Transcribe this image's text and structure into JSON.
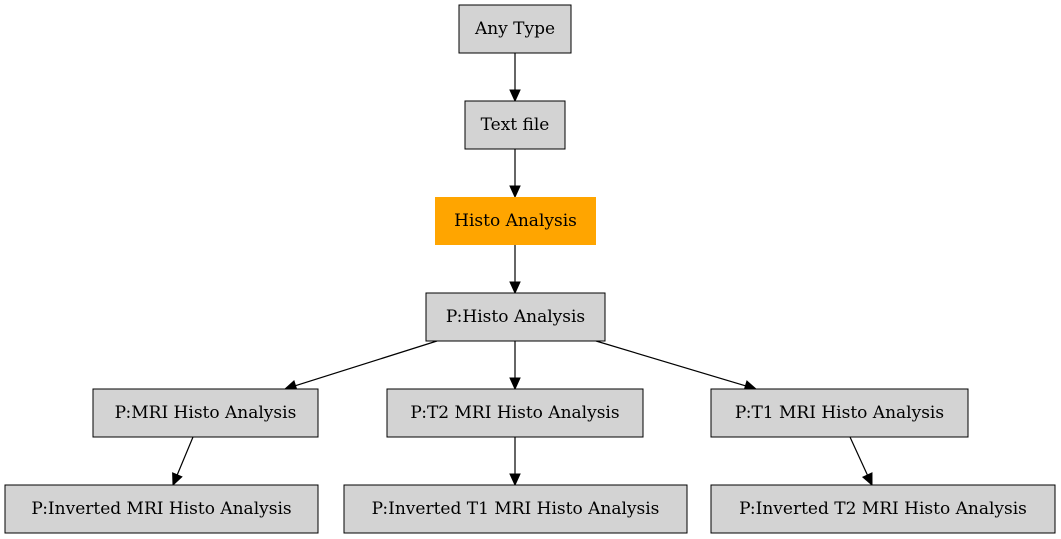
{
  "colors": {
    "node_fill": "#d3d3d3",
    "highlight_fill": "#ffa500",
    "stroke": "#000000",
    "background": "#ffffff"
  },
  "nodes": [
    {
      "id": "any-type",
      "label": "Any Type",
      "highlight": false
    },
    {
      "id": "text-file",
      "label": "Text file",
      "highlight": false
    },
    {
      "id": "histo-analysis",
      "label": "Histo Analysis",
      "highlight": true
    },
    {
      "id": "p-histo-analysis",
      "label": "P:Histo Analysis",
      "highlight": false
    },
    {
      "id": "p-mri-histo-analysis",
      "label": "P:MRI Histo Analysis",
      "highlight": false
    },
    {
      "id": "p-t2-mri-histo-analysis",
      "label": "P:T2 MRI Histo Analysis",
      "highlight": false
    },
    {
      "id": "p-t1-mri-histo-analysis",
      "label": "P:T1 MRI Histo Analysis",
      "highlight": false
    },
    {
      "id": "p-inverted-mri-histo-analysis",
      "label": "P:Inverted MRI Histo Analysis",
      "highlight": false
    },
    {
      "id": "p-inverted-t1-mri-histo-analysis",
      "label": "P:Inverted T1 MRI Histo Analysis",
      "highlight": false
    },
    {
      "id": "p-inverted-t2-mri-histo-analysis",
      "label": "P:Inverted T2 MRI Histo Analysis",
      "highlight": false
    }
  ],
  "edges": [
    {
      "from": "any-type",
      "to": "text-file"
    },
    {
      "from": "text-file",
      "to": "histo-analysis"
    },
    {
      "from": "histo-analysis",
      "to": "p-histo-analysis"
    },
    {
      "from": "p-histo-analysis",
      "to": "p-mri-histo-analysis"
    },
    {
      "from": "p-histo-analysis",
      "to": "p-t2-mri-histo-analysis"
    },
    {
      "from": "p-histo-analysis",
      "to": "p-t1-mri-histo-analysis"
    },
    {
      "from": "p-mri-histo-analysis",
      "to": "p-inverted-mri-histo-analysis"
    },
    {
      "from": "p-t2-mri-histo-analysis",
      "to": "p-inverted-t1-mri-histo-analysis"
    },
    {
      "from": "p-t1-mri-histo-analysis",
      "to": "p-inverted-t2-mri-histo-analysis"
    }
  ]
}
